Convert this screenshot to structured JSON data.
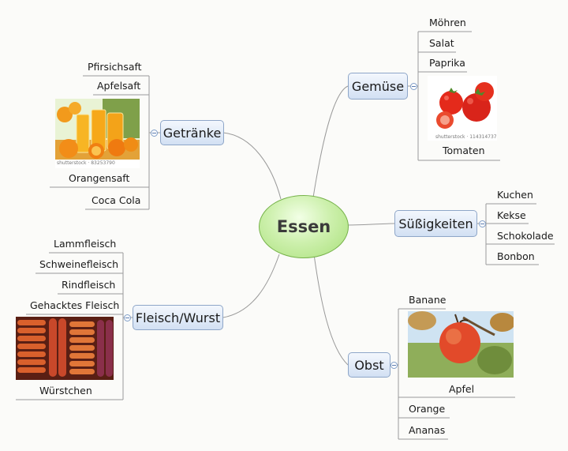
{
  "central": {
    "label": "Essen"
  },
  "branches": {
    "getraenke": {
      "label": "Getränke",
      "items": [
        "Pfirsichsaft",
        "Apfelsaft",
        "Orangensaft",
        "Coca Cola"
      ],
      "image_caption": "shutterstock · 83253790"
    },
    "fleisch": {
      "label": "Fleisch/Wurst",
      "items": [
        "Lammfleisch",
        "Schweinefleisch",
        "Rindfleisch",
        "Gehacktes Fleisch",
        "Würstchen"
      ]
    },
    "gemuese": {
      "label": "Gemüse",
      "items": [
        "Möhren",
        "Salat",
        "Paprika",
        "Tomaten"
      ],
      "image_caption": "shutterstock · 114314737"
    },
    "suess": {
      "label": "Süßigkeiten",
      "items": [
        "Kuchen",
        "Kekse",
        "Schokolade",
        "Bonbon"
      ]
    },
    "obst": {
      "label": "Obst",
      "items": [
        "Banane",
        "Apfel",
        "Orange",
        "Ananas"
      ]
    }
  },
  "colors": {
    "central_fill": "#b5e68c",
    "topic_fill": "#d2e0f3",
    "topic_border": "#8ea6c8",
    "line": "#9a9a9a"
  }
}
